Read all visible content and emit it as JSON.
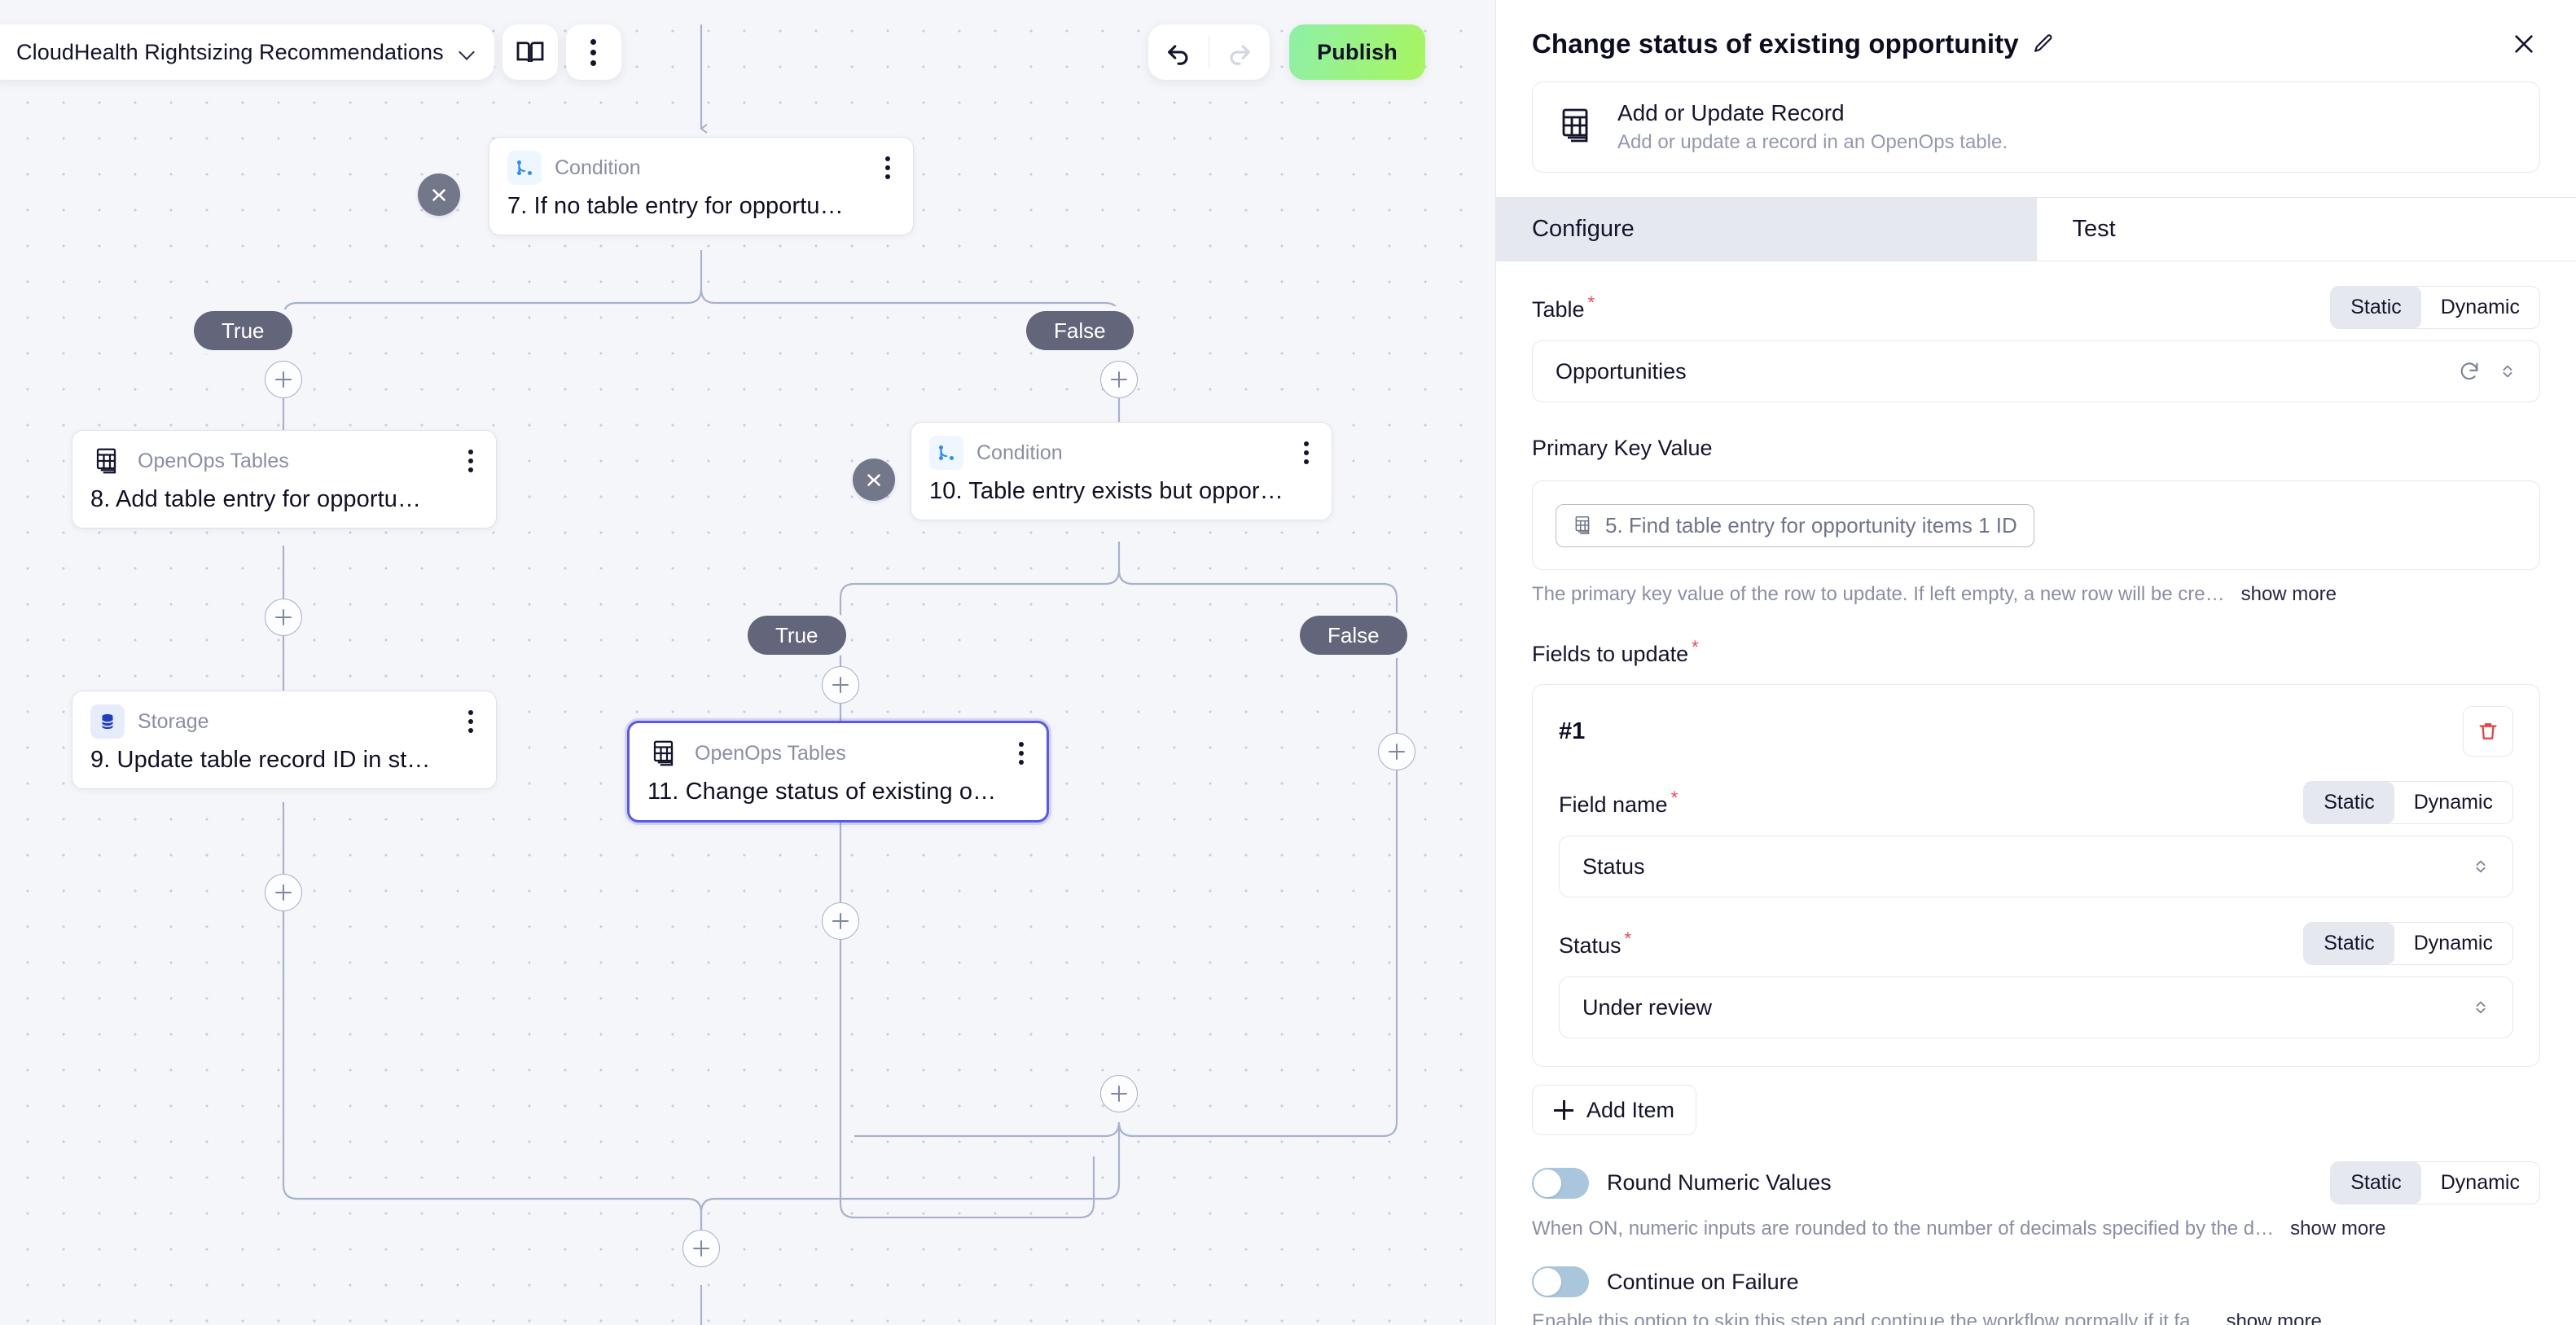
{
  "toolbar": {
    "flow_name": "CloudHealth Rightsizing Recommendations",
    "chevron_icon": "chevron-down-icon",
    "docs_icon": "book-icon",
    "more_icon": "more-vertical-icon",
    "undo_icon": "undo-icon",
    "redo_icon": "redo-icon",
    "publish_label": "Publish"
  },
  "canvas": {
    "nodes": [
      {
        "id": "n7",
        "type": "Condition",
        "type_icon": "condition-branch-icon",
        "title": "7. If no table entry for opportu…",
        "selected": false
      },
      {
        "id": "n8",
        "type": "OpenOps Tables",
        "type_icon": "tables-icon",
        "title": "8. Add table entry for opportu…",
        "selected": false
      },
      {
        "id": "n10",
        "type": "Condition",
        "type_icon": "condition-branch-icon",
        "title": "10. Table entry exists but oppor…",
        "selected": false
      },
      {
        "id": "n9",
        "type": "Storage",
        "type_icon": "database-icon",
        "title": "9. Update table record ID in st…",
        "selected": false
      },
      {
        "id": "n11",
        "type": "OpenOps Tables",
        "type_icon": "tables-icon",
        "title": "11. Change status of existing o…",
        "selected": true
      }
    ],
    "branch_labels": [
      {
        "id": "b7t",
        "label": "True"
      },
      {
        "id": "b7f",
        "label": "False"
      },
      {
        "id": "b10t",
        "label": "True"
      },
      {
        "id": "b10f",
        "label": "False"
      }
    ],
    "add_step_icon": "plus-icon",
    "collapse_icon": "collapse-chevrons-icon"
  },
  "panel": {
    "title": "Change status of existing opportunity",
    "edit_icon": "pencil-icon",
    "close_icon": "close-icon",
    "piece": {
      "icon": "tables-icon",
      "name": "Add or Update Record",
      "description": "Add or update a record in an OpenOps table."
    },
    "tabs": [
      {
        "label": "Configure",
        "active": true
      },
      {
        "label": "Test",
        "active": false
      }
    ],
    "mode_options": {
      "static": "Static",
      "dynamic": "Dynamic"
    },
    "table": {
      "label": "Table",
      "required": true,
      "mode": "Static",
      "value": "Opportunities",
      "refresh_icon": "refresh-icon",
      "chevron_icon": "chevron-updown-icon"
    },
    "primary_key": {
      "label": "Primary Key Value",
      "required": false,
      "chip_icon": "tables-icon",
      "chip_text": "5. Find table entry for opportunity items 1 ID",
      "help": "The primary key value of the row to update. If left empty, a new row will be cre…",
      "show_more": "show more"
    },
    "fields_to_update": {
      "label": "Fields to update",
      "required": true,
      "item_number": "#1",
      "delete_icon": "trash-icon",
      "field_name": {
        "label": "Field name",
        "required": true,
        "mode": "Static",
        "value": "Status",
        "chevron_icon": "chevron-updown-icon"
      },
      "status": {
        "label": "Status",
        "required": true,
        "mode": "Static",
        "value": "Under review",
        "chevron_icon": "chevron-updown-icon"
      },
      "add_item_label": "Add Item",
      "add_item_icon": "plus-icon"
    },
    "round_numeric": {
      "label": "Round Numeric Values",
      "enabled": false,
      "mode": "Static",
      "help": "When ON, numeric inputs are rounded to the number of decimals specified by the d…",
      "show_more": "show more"
    },
    "continue_on_failure": {
      "label": "Continue on Failure",
      "enabled": false,
      "help": "Enable this option to skip this step and continue the workflow normally if it fa…",
      "show_more": "show more"
    }
  },
  "colors": {
    "accent": "#5b58e8",
    "publish_from": "#8ef0a8",
    "publish_to": "#a8f55f",
    "required": "#f0445a",
    "branch_pill": "#63667a"
  }
}
